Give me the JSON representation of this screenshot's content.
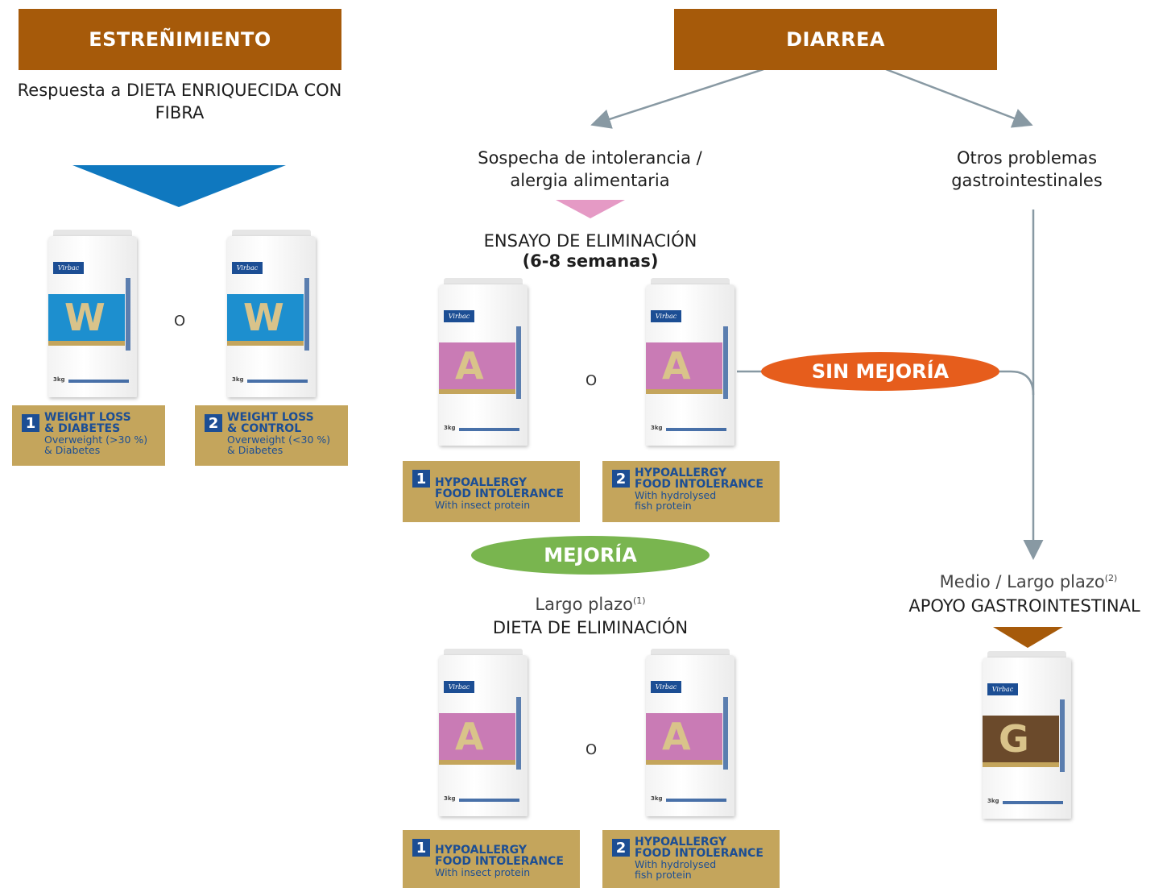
{
  "colors": {
    "header_bg": "#a65a0a",
    "blue_triangle": "#0f78bf",
    "pink_triangle": "#e59ac5",
    "brown_triangle": "#a65a0a",
    "sin_mejoria": "#e65d1c",
    "mejoria": "#79b54f",
    "label_bg": "#c4a55c",
    "label_text": "#1c4e94",
    "arrow": "#8899a3"
  },
  "left": {
    "header": "ESTREÑIMIENTO",
    "subtitle": "Respuesta a DIETA ENRIQUECIDA CON FIBRA",
    "or": "O",
    "products": [
      {
        "brand": "Virbac",
        "letter": "W",
        "band_color": "#1d8fcf",
        "num": "1",
        "title": "WEIGHT LOSS\n& DIABETES",
        "desc": "Overweight (>30 %)\n& Diabetes"
      },
      {
        "brand": "Virbac",
        "letter": "W",
        "band_color": "#1d8fcf",
        "num": "2",
        "title": "WEIGHT LOSS\n& CONTROL",
        "desc": "Overweight (<30 %)\n& Diabetes"
      }
    ]
  },
  "right": {
    "header": "DIARREA",
    "branch_a": "Sospecha de intolerancia / alergia alimentaria",
    "branch_b": "Otros problemas gastrointestinales",
    "trial_title": "ENSAYO DE ELIMINACIÓN",
    "trial_weeks": "(6-8 semanas)",
    "or": "O",
    "trial_products": [
      {
        "brand": "Virbac",
        "letter": "A",
        "band_color": "#c97bb5",
        "num": "1",
        "title": "HYPOALLERGY\nFOOD INTOLERANCE",
        "desc": "With insect protein"
      },
      {
        "brand": "Virbac",
        "letter": "A",
        "band_color": "#c97bb5",
        "num": "2",
        "title": "HYPOALLERGY\nFOOD INTOLERANCE",
        "desc": "With hydrolysed\nfish protein"
      }
    ],
    "sin_mejoria": "SIN MEJORÍA",
    "mejoria": "MEJORÍA",
    "long_term": "Largo plazo",
    "long_term_sup": "(1)",
    "elim_diet": "DIETA DE ELIMINACIÓN",
    "elim_products": [
      {
        "brand": "Virbac",
        "letter": "A",
        "band_color": "#c97bb5",
        "num": "1",
        "title": "HYPOALLERGY\nFOOD INTOLERANCE",
        "desc": "With insect protein"
      },
      {
        "brand": "Virbac",
        "letter": "A",
        "band_color": "#c97bb5",
        "num": "2",
        "title": "HYPOALLERGY\nFOOD INTOLERANCE",
        "desc": "With hydrolysed\nfish protein"
      }
    ],
    "medium_term": "Medio / Largo plazo",
    "medium_term_sup": "(2)",
    "gi_support": "APOYO GASTROINTESTINAL",
    "gi_product": {
      "brand": "Virbac",
      "letter": "G",
      "band_color": "#6b4a2b"
    }
  }
}
